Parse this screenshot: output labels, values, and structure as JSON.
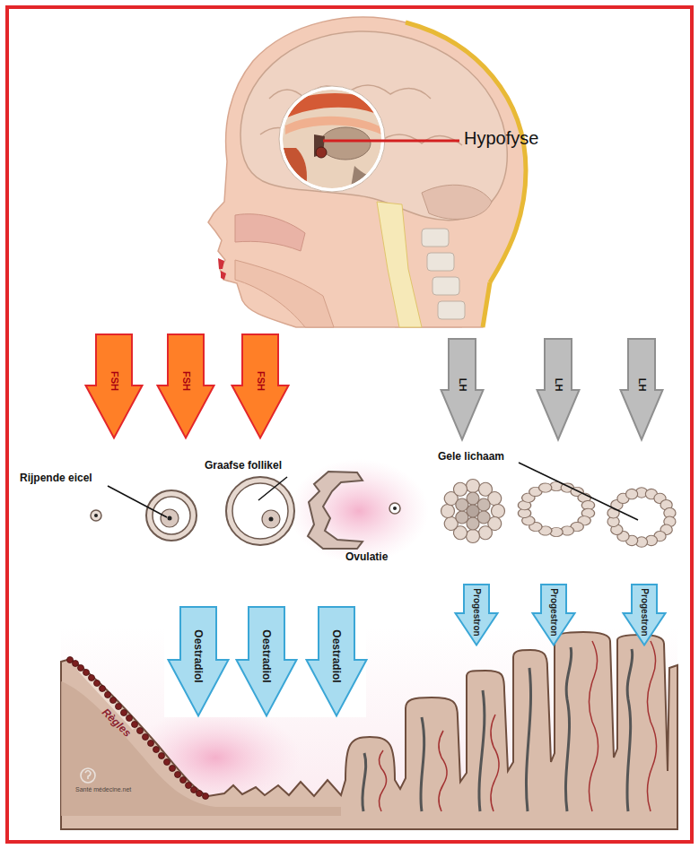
{
  "diagram": {
    "nodes": [
      {
        "text": [
          "FSH"
        ]
      },
      {
        "text": [
          "FSH"
        ]
      },
      {
        "text": [
          "FSH"
        ]
      },
      {
        "text": [
          "LH"
        ]
      },
      {
        "text": [
          "LH"
        ]
      },
      {
        "text": [
          "LH"
        ]
      },
      {
        "text": [
          "Progestron"
        ]
      },
      {
        "text": [
          "Progestron"
        ]
      },
      {
        "text": [
          "Progestron"
        ]
      },
      {
        "text": [
          "Oestradiol"
        ]
      },
      {
        "text": [
          "Oestradiol"
        ]
      },
      {
        "text": [
          "Oestradiol"
        ]
      }
    ],
    "labels": [
      "Hypofyse",
      "Graafse follikel",
      "Rijpende eicel",
      "Gele lichaam",
      "Ovulatie",
      "Règles",
      "Santé médecine.net"
    ]
  }
}
